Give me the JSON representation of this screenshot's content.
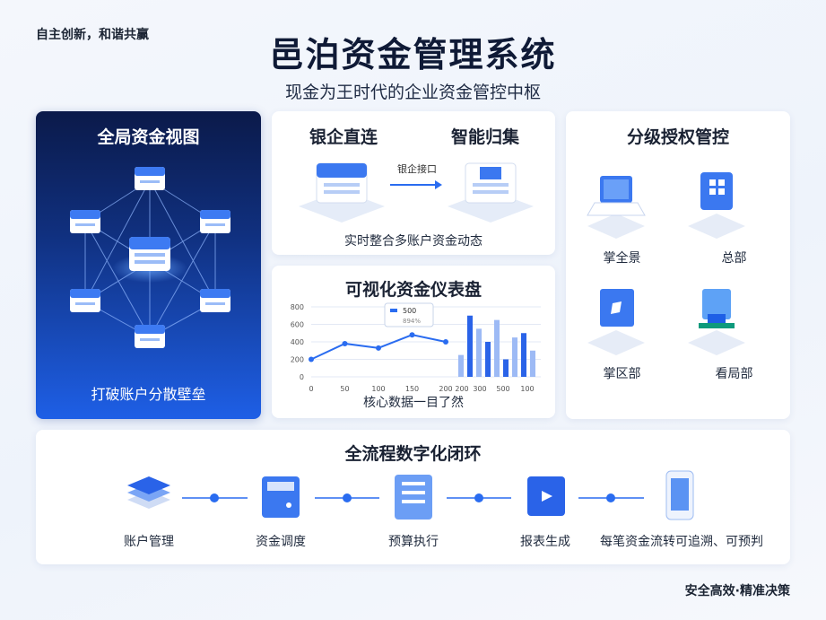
{
  "header": {
    "slogan_top": "自主创新，和谐共赢",
    "title": "邑泊资金管理系统",
    "subtitle": "现金为王时代的企业资金管控中枢",
    "slogan_bottom": "安全高效·精准决策"
  },
  "global_view": {
    "title": "全局资金视图",
    "caption": "打破账户分散壁垒"
  },
  "bank_link": {
    "left_title": "银企直连",
    "right_title": "智能归集",
    "arrow_label": "银企接口",
    "caption": "实时整合多账户资金动态"
  },
  "dashboard": {
    "title": "可视化资金仪表盘",
    "caption": "核心数据一目了然",
    "tooltip_value": "500",
    "tooltip_value2": "894%"
  },
  "authorization": {
    "title": "分级授权管控",
    "items": [
      {
        "label": "掌全景",
        "icon": "laptop-icon"
      },
      {
        "label": "总部",
        "icon": "hq-device-icon"
      },
      {
        "label": "掌区部",
        "icon": "region-cube-icon"
      },
      {
        "label": "看局部",
        "icon": "terminal-icon"
      }
    ]
  },
  "workflow": {
    "title": "全流程数字化闭环",
    "steps": [
      {
        "label": "账户管理",
        "icon": "layers-icon"
      },
      {
        "label": "资金调度",
        "icon": "server-icon"
      },
      {
        "label": "预算执行",
        "icon": "document-icon"
      },
      {
        "label": "报表生成",
        "icon": "report-cube-icon"
      },
      {
        "label": "每笔资金流转可追溯、可预判",
        "icon": "phone-icon"
      }
    ]
  },
  "chart_data": {
    "type": "line",
    "line_x": [
      0,
      50,
      100,
      150,
      200
    ],
    "line_values": [
      200,
      380,
      330,
      480,
      400
    ],
    "line_xticks": [
      "0",
      "50",
      "100",
      "150",
      "200"
    ],
    "yticks": [
      "800",
      "600",
      "400",
      "200",
      "0"
    ],
    "ylim": [
      0,
      800
    ],
    "bar_values": [
      250,
      700,
      550,
      400,
      650,
      200,
      450,
      500,
      300
    ],
    "bar_xticks": [
      "200",
      "300",
      "500",
      "100"
    ],
    "colors": {
      "line": "#2a6cf0",
      "bar_dark": "#2a63e8",
      "bar_light": "#9dbaf5"
    }
  }
}
